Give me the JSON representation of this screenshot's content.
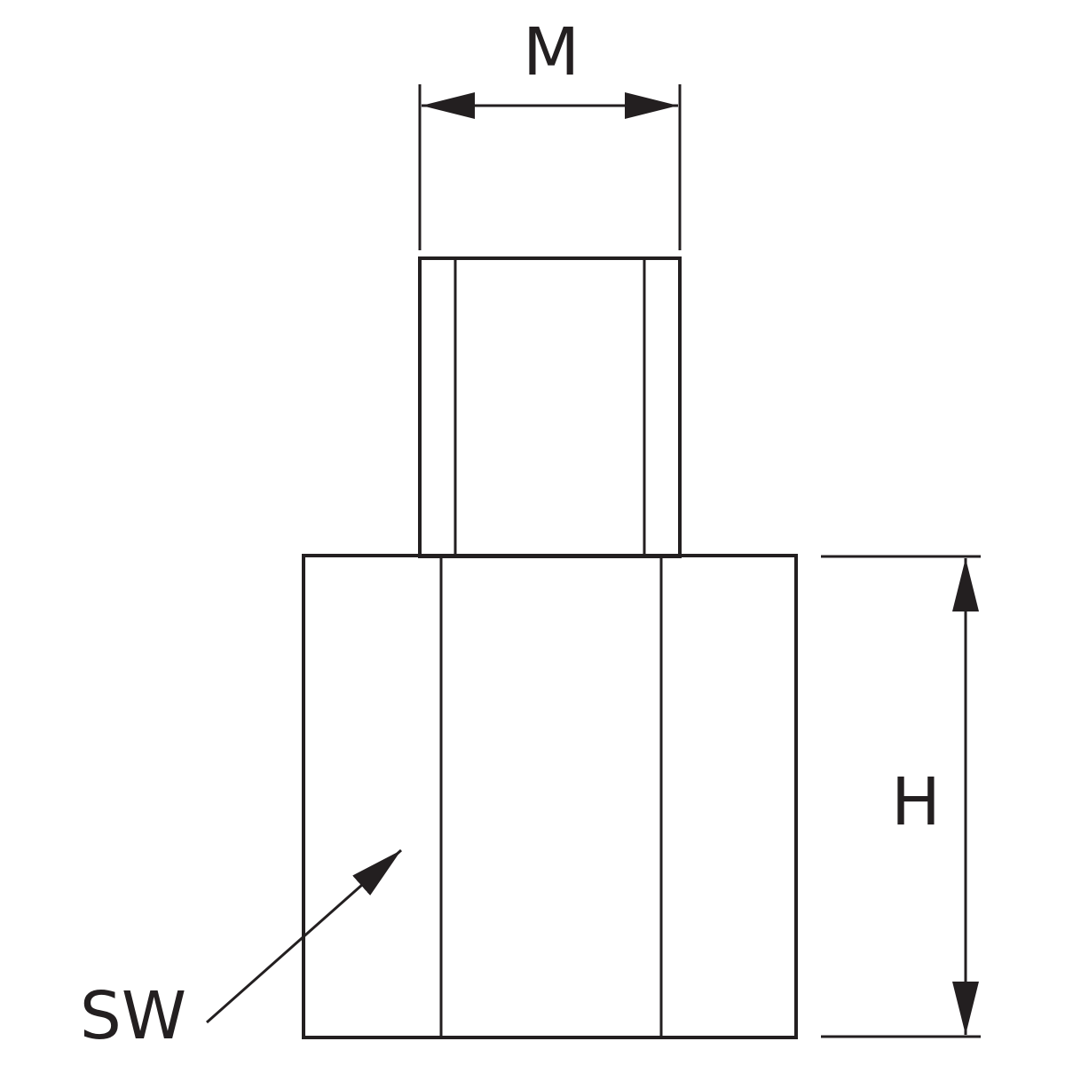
{
  "diagram": {
    "colors": {
      "stroke": "#231f20",
      "background": "#ffffff"
    },
    "labels": {
      "thread_diameter": "M",
      "height": "H",
      "wrench_size": "SW"
    }
  }
}
